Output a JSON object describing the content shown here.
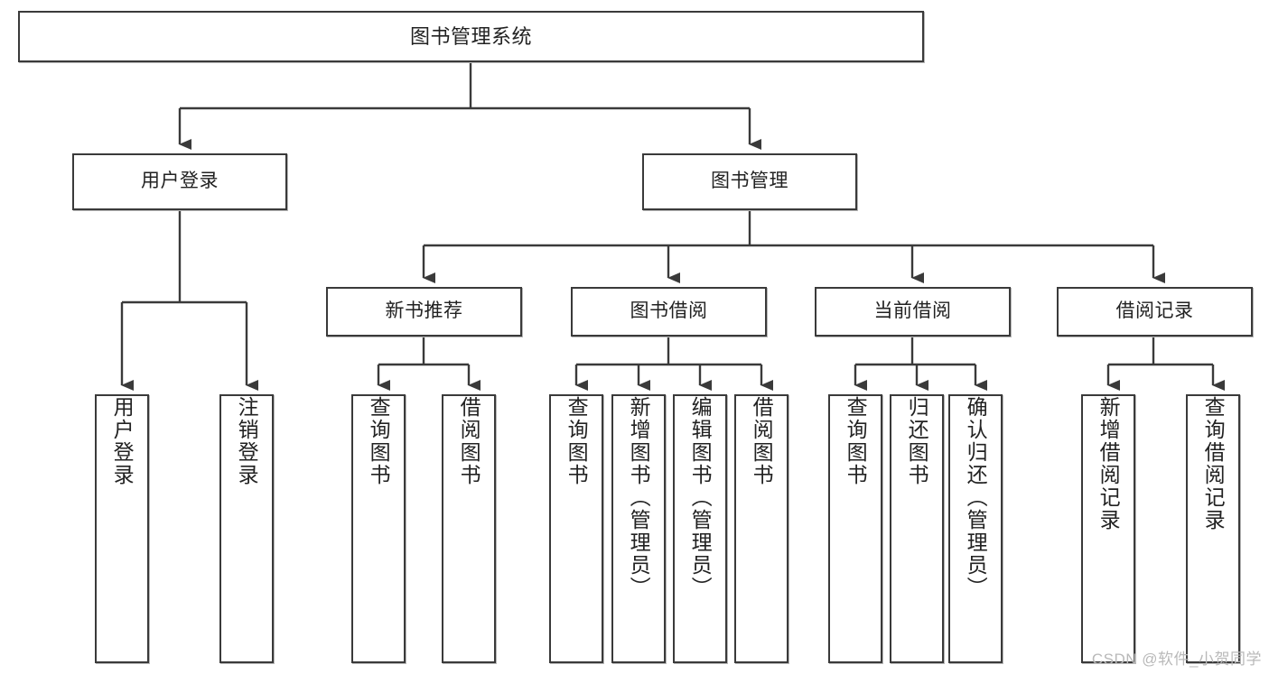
{
  "diagram": {
    "type": "tree-hierarchy",
    "title": "图书管理系统",
    "watermark": "CSDN @软件_小贺同学",
    "colors": {
      "stroke": "#3a3a3a",
      "shadow": "#b8b8b8",
      "background": "#ffffff",
      "text": "#222222",
      "watermark": "#b9b9b9"
    }
  },
  "nodes": {
    "root": {
      "label": "图书管理系统"
    },
    "level1": [
      {
        "label": "用户登录"
      },
      {
        "label": "图书管理"
      }
    ],
    "level2": [
      {
        "label": "新书推荐"
      },
      {
        "label": "图书借阅"
      },
      {
        "label": "当前借阅"
      },
      {
        "label": "借阅记录"
      }
    ],
    "leaves": {
      "user_login": [
        {
          "label": "用户登录"
        },
        {
          "label": "注销登录"
        }
      ],
      "new_book_recommend": [
        {
          "label": "查询图书"
        },
        {
          "label": "借阅图书"
        }
      ],
      "book_borrow": [
        {
          "label": "查询图书"
        },
        {
          "label": "新增图书（管理员）"
        },
        {
          "label": "编辑图书（管理员）"
        },
        {
          "label": "借阅图书"
        }
      ],
      "current_borrow": [
        {
          "label": "查询图书"
        },
        {
          "label": "归还图书"
        },
        {
          "label": "确认归还（管理员）"
        }
      ],
      "borrow_record": [
        {
          "label": "新增借阅记录"
        },
        {
          "label": "查询借阅记录"
        }
      ]
    }
  }
}
